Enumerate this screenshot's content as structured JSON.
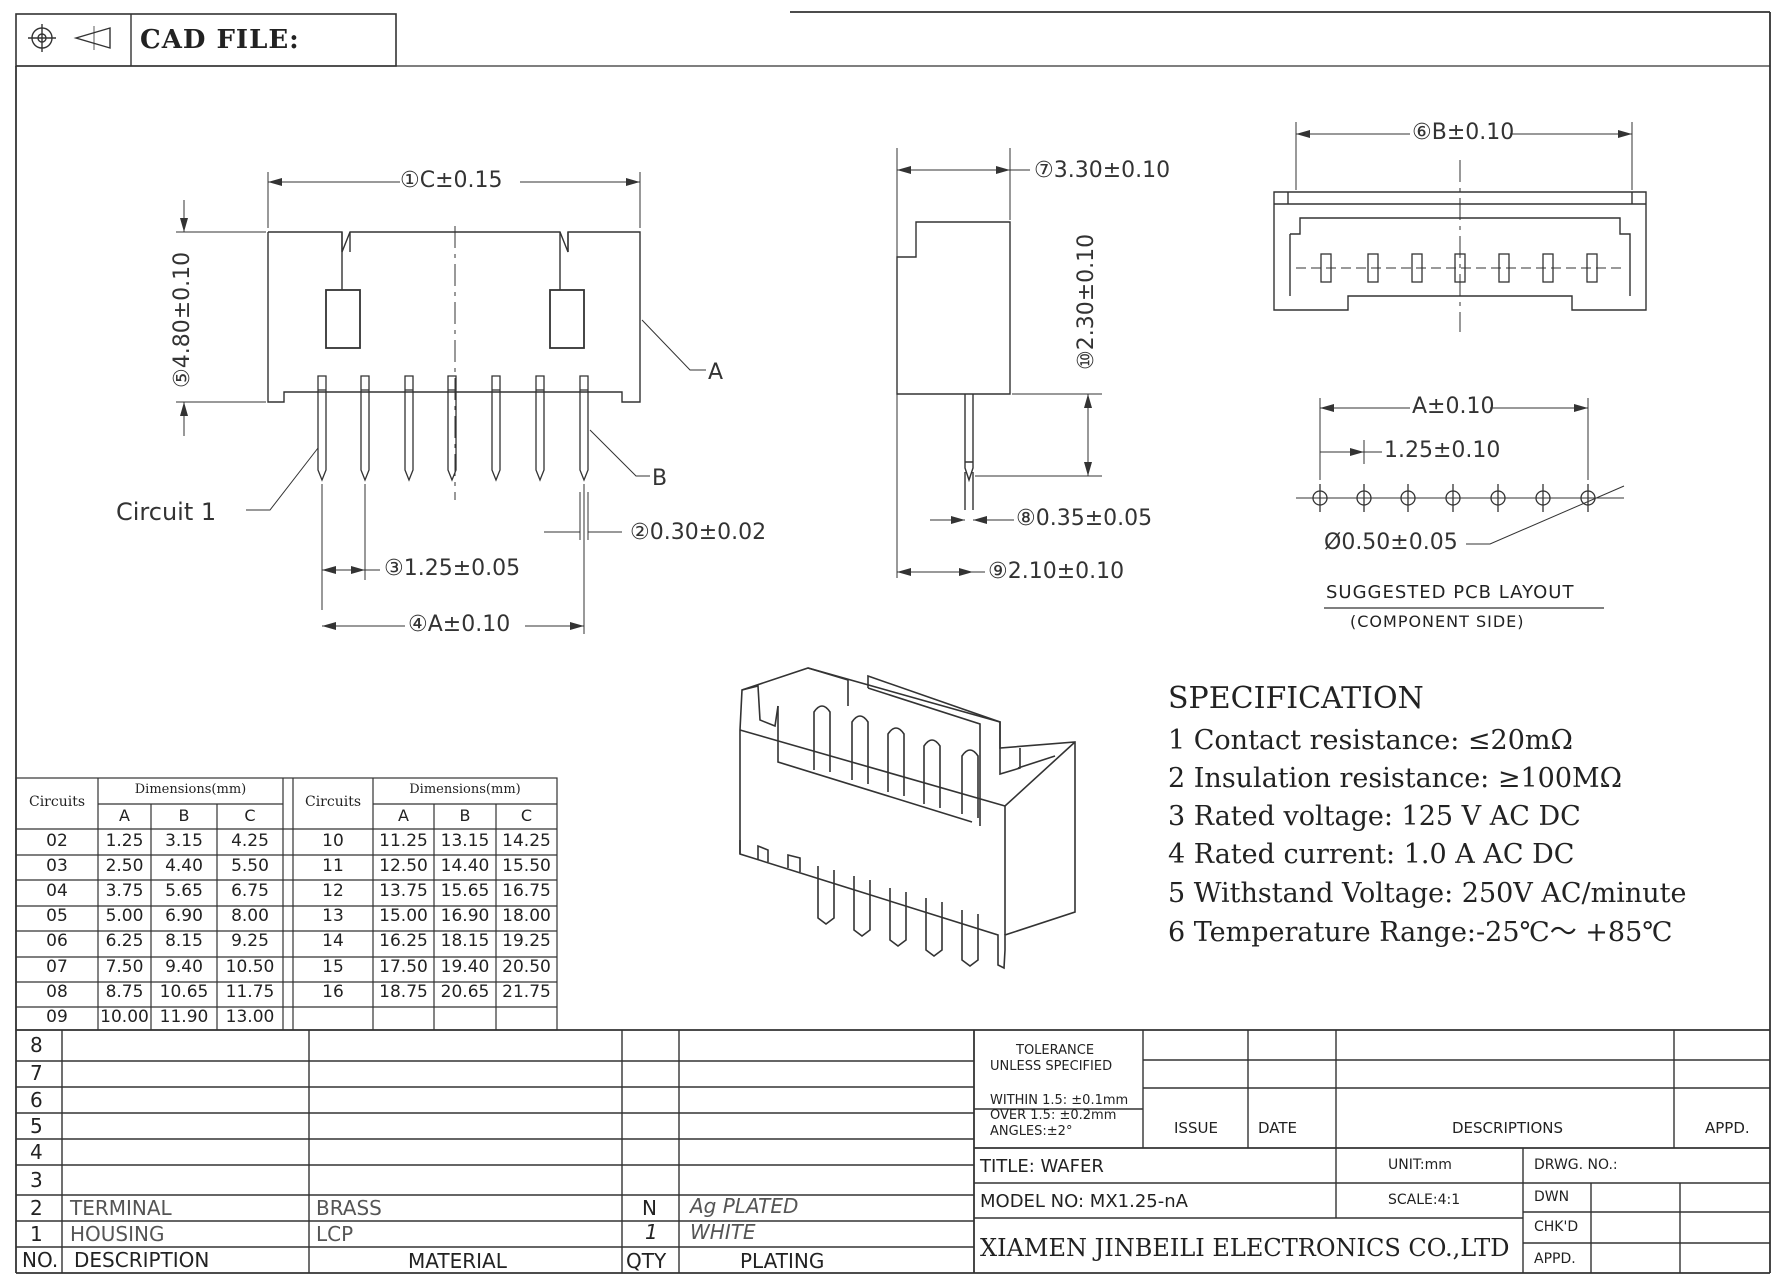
{
  "header": {
    "cad_label": "CAD FILE:",
    "projection_icon": "third-angle-projection-icon"
  },
  "front_view": {
    "dim_c": "①C±0.15",
    "dim_height": "⑤4.80±0.10",
    "label_a": "A",
    "label_b": "B",
    "circuit1": "Circuit 1",
    "dim_thickness": "②0.30±0.02",
    "dim_pitch": "③1.25±0.05",
    "dim_a": "④A±0.10"
  },
  "side_view": {
    "dim_depth": "⑦3.30±0.10",
    "dim_pin": "⑩2.30±0.10",
    "dim_pin_width": "⑧0.35±0.05",
    "dim_total": "⑨2.10±0.10"
  },
  "top_view": {
    "dim_b": "⑥B±0.10"
  },
  "pcb_layout": {
    "dim_a": "A±0.10",
    "pitch": "1.25±0.10",
    "hole": "Ø0.50±0.05",
    "title": "SUGGESTED PCB LAYOUT",
    "subtitle": "(COMPONENT SIDE)"
  },
  "specification": {
    "title": "SPECIFICATION",
    "items": [
      "1 Contact resistance: ≤20mΩ",
      "2 Insulation resistance: ≥100MΩ",
      "3 Rated voltage: 125 V AC DC",
      "4 Rated current: 1.0 A AC DC",
      "5 Withstand Voltage: 250V AC/minute",
      "6 Temperature Range:-25℃～ +85℃"
    ]
  },
  "dim_table": {
    "circuits_label": "Circuits",
    "dimensions_label": "Dimensions(mm)",
    "cols": [
      "A",
      "B",
      "C"
    ],
    "left": [
      [
        "02",
        "1.25",
        "3.15",
        "4.25"
      ],
      [
        "03",
        "2.50",
        "4.40",
        "5.50"
      ],
      [
        "04",
        "3.75",
        "5.65",
        "6.75"
      ],
      [
        "05",
        "5.00",
        "6.90",
        "8.00"
      ],
      [
        "06",
        "6.25",
        "8.15",
        "9.25"
      ],
      [
        "07",
        "7.50",
        "9.40",
        "10.50"
      ],
      [
        "08",
        "8.75",
        "10.65",
        "11.75"
      ],
      [
        "09",
        "10.00",
        "11.90",
        "13.00"
      ]
    ],
    "right": [
      [
        "10",
        "11.25",
        "13.15",
        "14.25"
      ],
      [
        "11",
        "12.50",
        "14.40",
        "15.50"
      ],
      [
        "12",
        "13.75",
        "15.65",
        "16.75"
      ],
      [
        "13",
        "15.00",
        "16.90",
        "18.00"
      ],
      [
        "14",
        "16.25",
        "18.15",
        "19.25"
      ],
      [
        "15",
        "17.50",
        "19.40",
        "20.50"
      ],
      [
        "16",
        "18.75",
        "20.65",
        "21.75"
      ]
    ]
  },
  "bom": {
    "row_numbers": [
      "8",
      "7",
      "6",
      "5",
      "4",
      "3"
    ],
    "row2": {
      "no": "2",
      "desc": "TERMINAL",
      "material": "BRASS",
      "qty": "N",
      "plating": "Ag PLATED"
    },
    "row1": {
      "no": "1",
      "desc": "HOUSING",
      "material": "LCP",
      "qty": "1",
      "plating": "WHITE"
    },
    "header": {
      "no": "NO.",
      "desc": "DESCRIPTION",
      "material": "MATERIAL",
      "qty": "QTY",
      "plating": "PLATING"
    }
  },
  "title_block": {
    "tolerance1": "TOLERANCE",
    "tolerance2": "UNLESS SPECIFIED",
    "within": "WITHIN 1.5: ±0.1mm",
    "over": "OVER 1.5:  ±0.2mm",
    "angles": "ANGLES:±2°",
    "issue": "ISSUE",
    "date": "DATE",
    "descriptions": "DESCRIPTIONS",
    "appd": "APPD.",
    "title": "TITLE: WAFER",
    "unit": "UNIT:mm",
    "drwg": "DRWG. NO.:",
    "model": "MODEL  NO: MX1.25-nA",
    "scale": "SCALE:4:1",
    "dwn": "DWN",
    "chkd": "CHK'D",
    "appd2": "APPD.",
    "company": "XIAMEN JINBEILI ELECTRONICS CO.,LTD"
  }
}
